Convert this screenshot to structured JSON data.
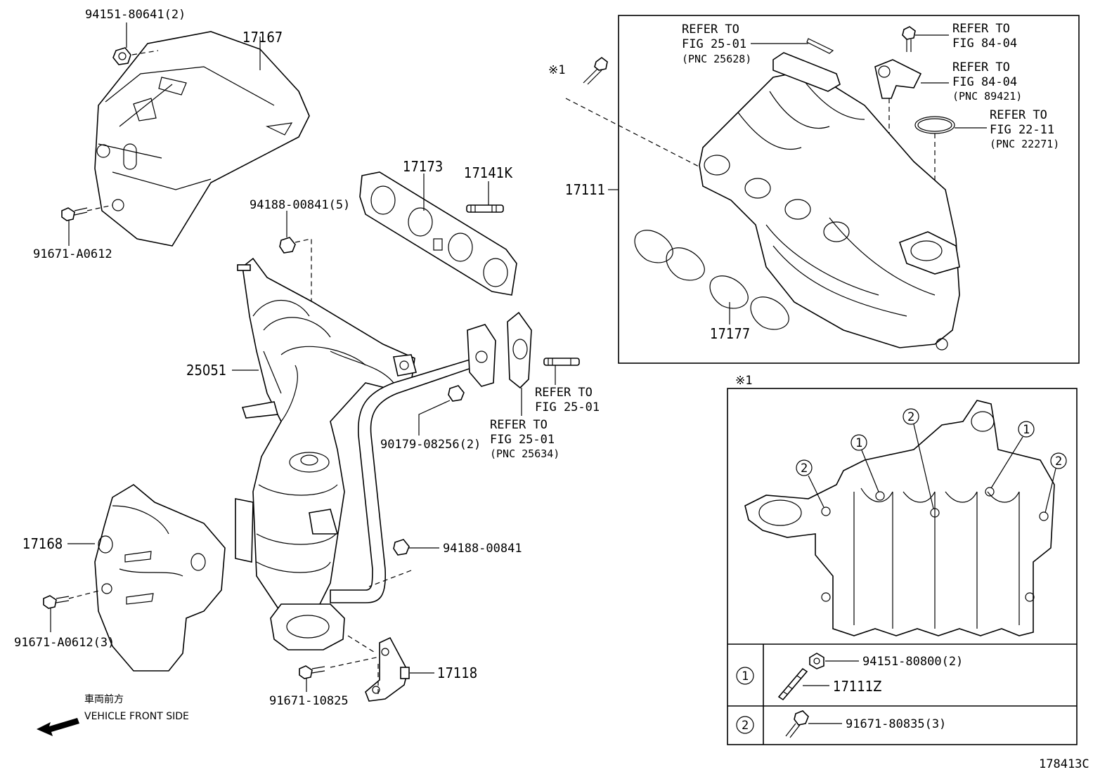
{
  "figure_id": "178413C",
  "front_label": {
    "jp": "車両前方",
    "en": "VEHICLE FRONT SIDE"
  },
  "note_mark": "※1",
  "parts": {
    "heat_insulator_upper": "17167",
    "nut_upper_insulator": "94151-80641(2)",
    "bolt_upper_insulator": "91671-A0612",
    "gasket_exhaust_manifold": "17173",
    "stud_bolt": "17141K",
    "nut_manifold": "94188-00841(5)",
    "converter_assy": "25051",
    "nut_pipe": "90179-08256(2)",
    "nut_stay": "94188-00841",
    "heat_insulator_lower": "17168",
    "bolt_lower_insulator": "91671-A0612(3)",
    "stay": "17118",
    "bolt_stay": "91671-10825",
    "intake_manifold": "17111",
    "intake_gasket": "17177"
  },
  "references": {
    "ref_25_01_top": {
      "line1": "REFER TO",
      "line2": "FIG 25-01",
      "pnc": "(PNC 25628)"
    },
    "ref_84_04_a": {
      "line1": "REFER TO",
      "line2": "FIG 84-04"
    },
    "ref_84_04_b": {
      "line1": "REFER TO",
      "line2": "FIG 84-04",
      "pnc": "(PNC 89421)"
    },
    "ref_22_11": {
      "line1": "REFER TO",
      "line2": "FIG 22-11",
      "pnc": "(PNC 22271)"
    },
    "ref_25_01_mid": {
      "line1": "REFER TO",
      "line2": "FIG 25-01"
    },
    "ref_25_01_low": {
      "line1": "REFER TO",
      "line2": "FIG 25-01",
      "pnc": "(PNC 25634)"
    }
  },
  "legend": {
    "marker_1": "1",
    "marker_2": "2",
    "row1_part_a": "94151-80800(2)",
    "row1_part_b": "17111Z",
    "row2_part": "91671-80835(3)"
  }
}
